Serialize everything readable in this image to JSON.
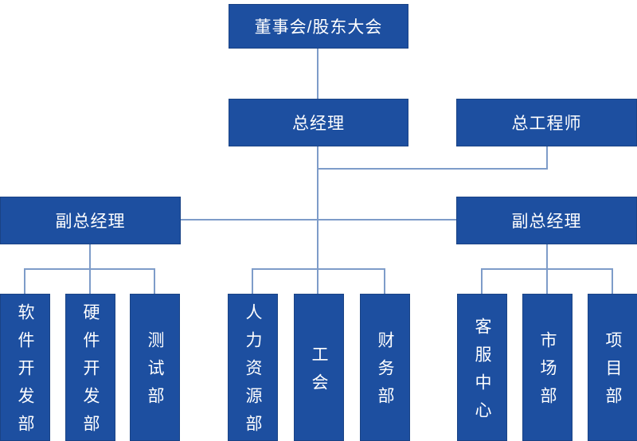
{
  "colors": {
    "node_fill": "#1D4FA0",
    "node_border": "#1A4385",
    "connector": "#7E9CC9",
    "text": "#FFFFFF",
    "background": "#FFFFFF"
  },
  "nodes": {
    "board": "董事会/股东大会",
    "general_manager": "总经理",
    "chief_engineer": "总工程师",
    "deputy_gm_left": "副总经理",
    "deputy_gm_right": "副总经理",
    "dept_software": "软件开发部",
    "dept_hardware": "硬件开发部",
    "dept_testing": "测试部",
    "dept_hr": "人力资源部",
    "dept_union": "工会",
    "dept_finance": "财务部",
    "dept_service": "客服中心",
    "dept_marketing": "市场部",
    "dept_project": "项目部"
  },
  "hierarchy": {
    "root": "董事会/股东大会",
    "tree": {
      "董事会/股东大会": [
        "总经理"
      ],
      "总经理": [
        "总工程师",
        "副总经理(左)",
        "人力资源部",
        "工会",
        "财务部",
        "副总经理(右)"
      ],
      "副总经理(左)": [
        "软件开发部",
        "硬件开发部",
        "测试部"
      ],
      "副总经理(右)": [
        "客服中心",
        "市场部",
        "项目部"
      ]
    }
  }
}
